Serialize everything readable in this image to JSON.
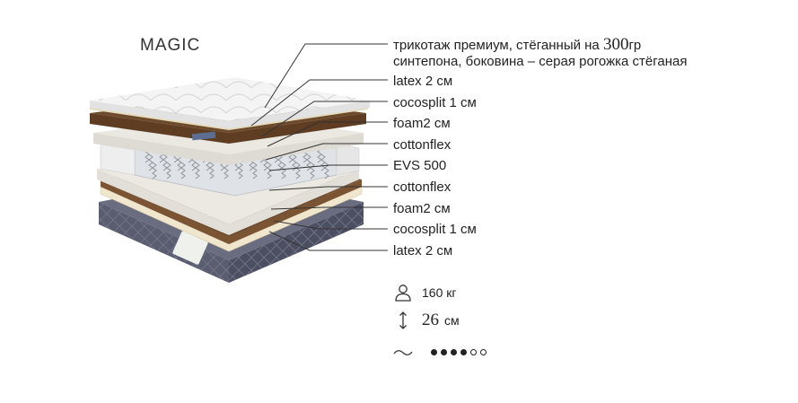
{
  "title": "MAGIC",
  "layers": [
    {
      "parts": [
        "трикотаж премиум, стёганный на ",
        "300",
        "гр"
      ],
      "line2": "синтепона,  боковина – серая рогожка стёганая"
    },
    {
      "text": "latex 2 см"
    },
    {
      "text": "cocosplit 1  см"
    },
    {
      "text": "foam2 см"
    },
    {
      "text": "cottonflex"
    },
    {
      "text": "EVS 500"
    },
    {
      "text": "cottonflex"
    },
    {
      "text": "foam2 см"
    },
    {
      "text": "cocosplit 1  см"
    },
    {
      "text": "latex 2 см"
    }
  ],
  "specs": {
    "load": {
      "icon": "user-icon",
      "text": "160 кг"
    },
    "height": {
      "icon": "vertical-arrows-icon",
      "value": "26",
      "unit": "см"
    },
    "stiffness": {
      "icon": "wave-icon",
      "level": 4,
      "max": 6
    }
  },
  "colors": {
    "base": "#5d6073",
    "coco": "#6e4a2c",
    "latex": "#efe6cd",
    "foam": "#e7e4dc",
    "top": "#f2f2f2"
  }
}
